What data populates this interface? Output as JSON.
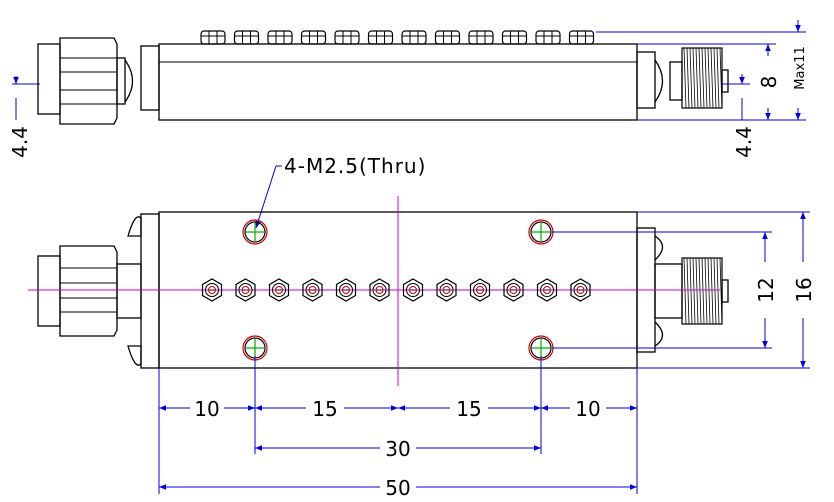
{
  "drawing": {
    "hole_note": "4-M2.5(Thru)",
    "colors": {
      "outline": "#000000",
      "dimension": "#0000e0",
      "centerline": "#d000d0",
      "hole_mark": "#00b000",
      "hole_ring": "#cc0000"
    },
    "side_view": {
      "tuning_screw_count": 12,
      "dims": {
        "left_height": "4.4",
        "right_height": "4.4",
        "body_height": "8",
        "screw_height": "Max11"
      }
    },
    "top_view": {
      "tuning_screw_count": 12,
      "mounting_hole_count": 4,
      "dims": {
        "seg_left": "10",
        "seg_mid_left": "15",
        "seg_mid_right": "15",
        "seg_right": "10",
        "hole_spacing": "30",
        "total_length": "50",
        "hole_pitch_vertical": "12",
        "body_width": "16"
      }
    }
  }
}
